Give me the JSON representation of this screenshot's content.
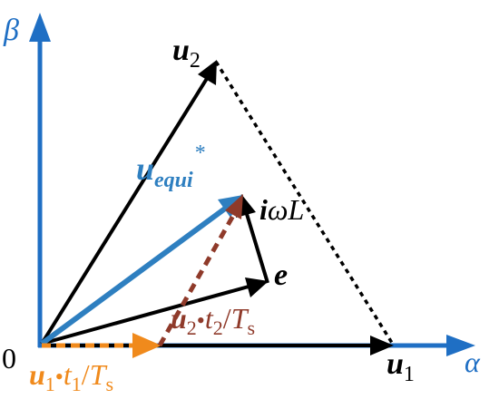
{
  "axes": {
    "alpha_label": "α",
    "beta_label": "β",
    "origin_label": "0"
  },
  "vectors": {
    "u1": {
      "base": "u",
      "sub": "1"
    },
    "u2": {
      "base": "u",
      "sub": "2"
    },
    "e": {
      "text": "e"
    },
    "i_omega_L": {
      "i": "i",
      "omega": "ω",
      "L": "L"
    },
    "u_equi": {
      "base": "u",
      "sub": "equi",
      "sup": "*"
    },
    "u1_t1": {
      "base": "u",
      "sub1": "1",
      "dot": "•",
      "t": "t",
      "sub2": "1",
      "slash": "/",
      "T": "T",
      "subT": "s"
    },
    "u2_t2": {
      "base": "u",
      "sub1": "2",
      "dot": "•",
      "t": "t",
      "sub2": "2",
      "slash": "/",
      "T": "T",
      "subT": "s"
    }
  },
  "colors": {
    "axis": "#1f6fc4",
    "vector": "#000000",
    "equi": "#2e7fc0",
    "orange": "#f08a1c",
    "brown": "#8f3a2a"
  }
}
